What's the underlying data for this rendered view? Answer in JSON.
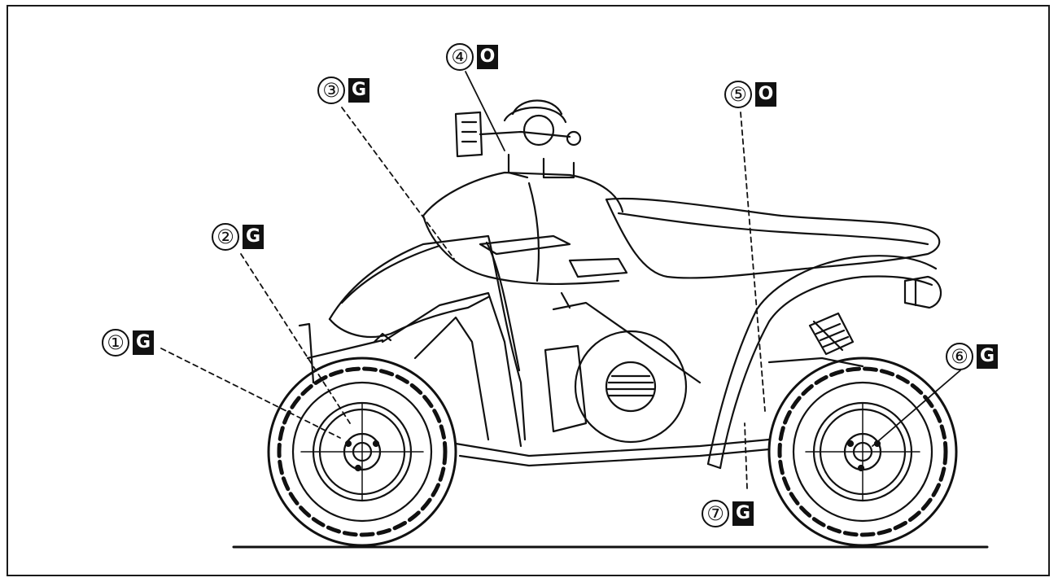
{
  "figure": {
    "callouts": [
      {
        "id": "1",
        "number": "①",
        "code": "G"
      },
      {
        "id": "2",
        "number": "②",
        "code": "G"
      },
      {
        "id": "3",
        "number": "③",
        "code": "G"
      },
      {
        "id": "4",
        "number": "④",
        "code": "O"
      },
      {
        "id": "5",
        "number": "⑤",
        "code": "O"
      },
      {
        "id": "6",
        "number": "⑥",
        "code": "G"
      },
      {
        "id": "7",
        "number": "⑦",
        "code": "G"
      }
    ]
  }
}
